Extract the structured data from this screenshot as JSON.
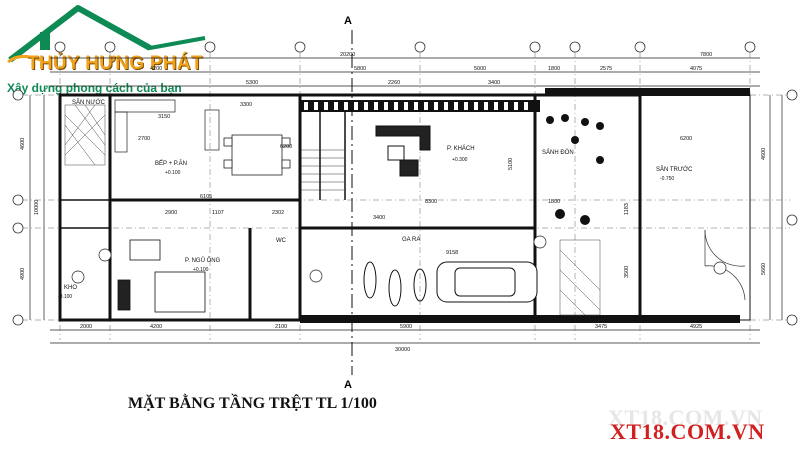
{
  "brand": {
    "name": "THỦY HƯNG PHÁT",
    "slogan": "Xây dựng phong cách của bạn",
    "primary_color": "#0e8a55",
    "accent_color": "#f0a21c"
  },
  "plan": {
    "title": "MẶT BẰNG TẦNG TRỆT TL 1/100",
    "section_mark": "A",
    "rooms": {
      "san_nuoc": "SÂN NƯỚC",
      "bep": "BẾP + P.ĂN",
      "bep_level": "+0.100",
      "khach": "P. KHÁCH",
      "khach_level": "+0.300",
      "sanh_don": "SẢNH ĐÓN",
      "san_truoc": "SÂN TRƯỚC",
      "san_truoc_level": "-0.750",
      "ngu_ong": "P. NGỦ ÔNG",
      "ngu_level": "+0.100",
      "gara": "GA RA",
      "wc": "WC",
      "kho": "KHO",
      "kho_level": "-0.100"
    },
    "dimensions": {
      "total_top": "20200",
      "total_right": "7800",
      "total_bottom": "30000",
      "top": [
        "4200",
        "5800",
        "5000",
        "1800",
        "2575",
        "4075"
      ],
      "top2": [
        "5300",
        "2260",
        "3400"
      ],
      "inner": [
        "3150",
        "6200",
        "8300",
        "1800",
        "6200"
      ],
      "mid": [
        "6105",
        "2900",
        "1107",
        "2302",
        "3400",
        "9158"
      ],
      "bottom": [
        "2000",
        "4200",
        "2100",
        "5900",
        "3475",
        "4925"
      ],
      "left": [
        "4600",
        "10000",
        "4900"
      ],
      "right": [
        "4600",
        "5660",
        "1183",
        "3500"
      ],
      "small": [
        "3300",
        "2700",
        "5100"
      ]
    }
  },
  "watermark": {
    "text": "XT18.COM.VN",
    "color": "#d21f1f"
  }
}
